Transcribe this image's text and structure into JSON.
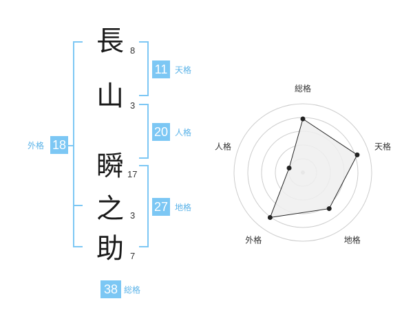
{
  "name": {
    "chars": [
      {
        "char": "長",
        "strokes": "8"
      },
      {
        "char": "山",
        "strokes": "3"
      },
      {
        "char": "瞬",
        "strokes": "17"
      },
      {
        "char": "之",
        "strokes": "3"
      },
      {
        "char": "助",
        "strokes": "7"
      }
    ]
  },
  "kakusu": {
    "tenkaku": {
      "value": "11",
      "label": "天格"
    },
    "jinkaku": {
      "value": "20",
      "label": "人格"
    },
    "chikaku": {
      "value": "27",
      "label": "地格"
    },
    "gaikaku": {
      "value": "18",
      "label": "外格"
    },
    "soukaku": {
      "value": "38",
      "label": "総格"
    }
  },
  "radar": {
    "axes": [
      "総格",
      "天格",
      "地格",
      "外格",
      "人格"
    ],
    "values": [
      0.78,
      0.83,
      0.65,
      0.81,
      0.21
    ],
    "fill_color": "#eeeeee",
    "line_color": "#222222",
    "grid_color": "#cccccc"
  },
  "colors": {
    "accent": "#7cc7f4",
    "label": "#5bb3e8"
  }
}
